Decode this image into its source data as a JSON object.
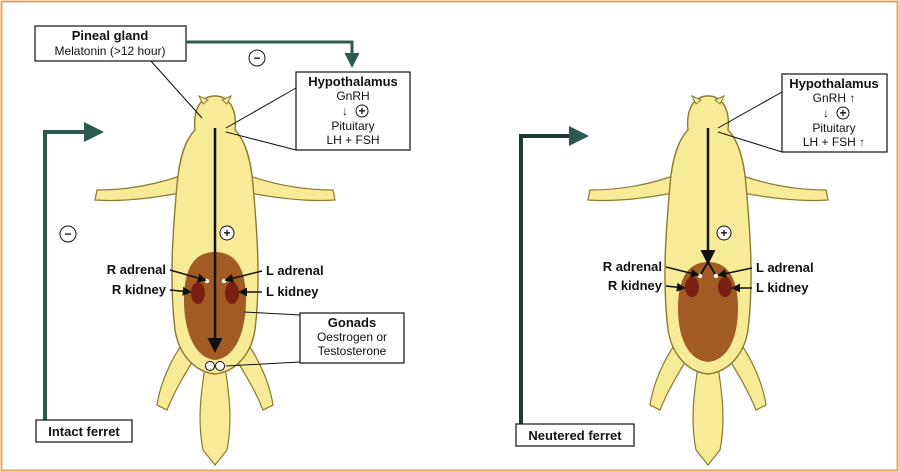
{
  "colors": {
    "border": "#e8a25c",
    "fur": "#f8eb97",
    "fur_outline": "#8a7a30",
    "outline": "#111111",
    "feedback_arrow": "#2d5a50",
    "gonad_region": "#a25c23",
    "kidney": "#7a1f14"
  },
  "left_panel": {
    "pineal_box": {
      "title": "Pineal gland",
      "text": "Melatonin (>12 hour)"
    },
    "negative_sign_top": "−",
    "negative_sign_side": "−",
    "positive_sign_body": "+",
    "hypothalamus_box": {
      "title": "Hypothalamus",
      "hormone": "GnRH",
      "arrow": "↓",
      "effect": "+",
      "organ": "Pituitary",
      "output": "LH + FSH"
    },
    "labels": {
      "r_adrenal": "R adrenal",
      "l_adrenal": "L adrenal",
      "r_kidney": "R kidney",
      "l_kidney": "L kidney"
    },
    "gonads_box": {
      "title": "Gonads",
      "line1": "Oestrogen or",
      "line2": "Testosterone"
    },
    "caption": "Intact ferret"
  },
  "right_panel": {
    "hypothalamus_box": {
      "title": "Hypothalamus",
      "hormone": "GnRH ↑",
      "arrow": "↓",
      "effect": "+",
      "organ": "Pituitary",
      "output": "LH + FSH ↑"
    },
    "positive_sign_body": "+",
    "labels": {
      "r_adrenal": "R adrenal",
      "l_adrenal": "L adrenal",
      "r_kidney": "R kidney",
      "l_kidney": "L kidney"
    },
    "caption": "Neutered ferret"
  }
}
